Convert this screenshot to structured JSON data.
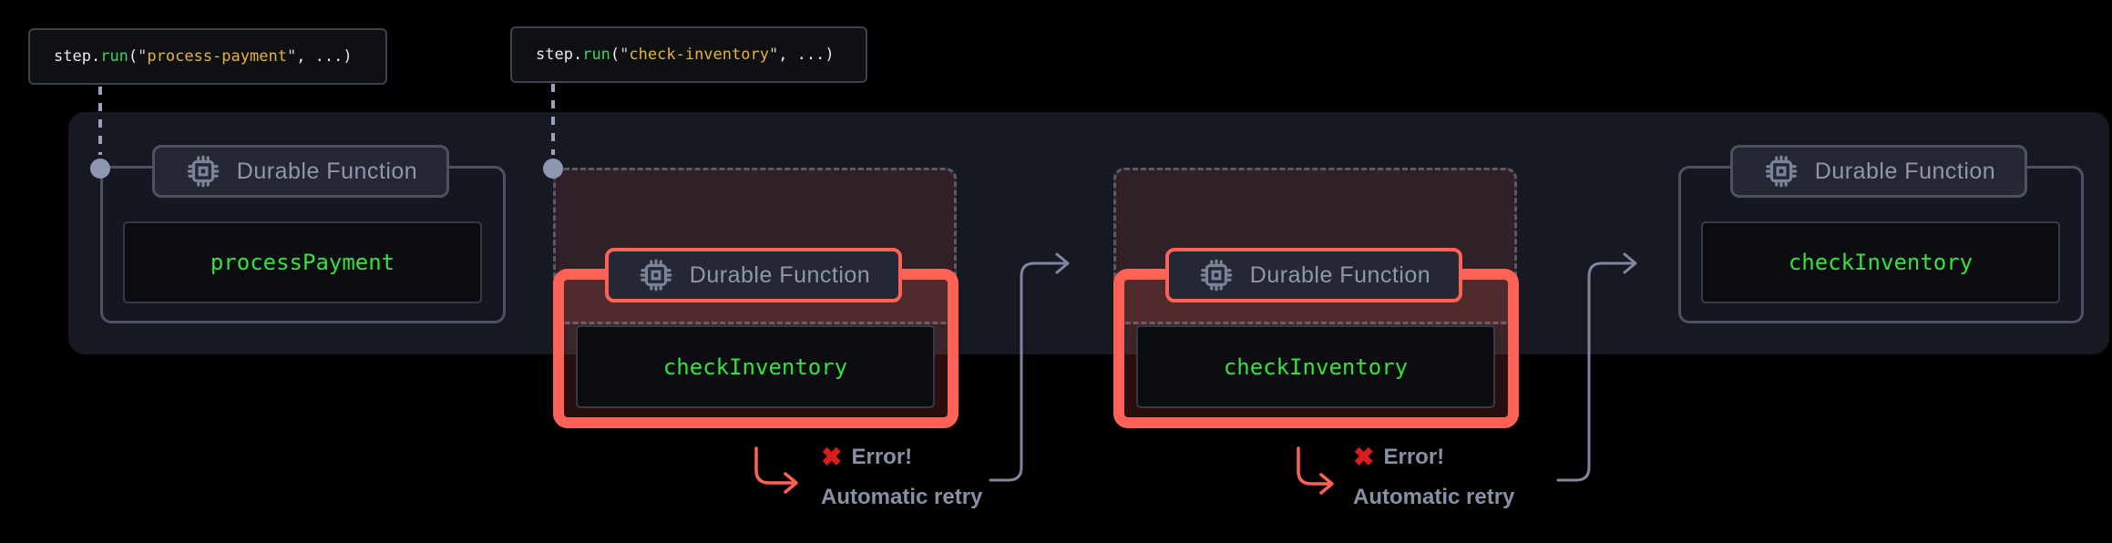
{
  "code_labels": [
    {
      "obj": "step",
      "dot": ".",
      "method": "run",
      "open": "(",
      "q1": "\"",
      "string": "process-payment",
      "q2": "\"",
      "rest": ", ...)"
    },
    {
      "obj": "step",
      "dot": ".",
      "method": "run",
      "open": "(",
      "q1": "\"",
      "string": "check-inventory",
      "q2": "\"",
      "rest": ", ...)"
    }
  ],
  "groups": [
    {
      "badge_label": "Durable Function",
      "function_name": "processPayment",
      "state": "success"
    },
    {
      "badge_label": "Durable Function",
      "function_name": "checkInventory",
      "state": "error"
    },
    {
      "badge_label": "Durable Function",
      "function_name": "checkInventory",
      "state": "error"
    },
    {
      "badge_label": "Durable Function",
      "function_name": "checkInventory",
      "state": "success"
    }
  ],
  "error_annotations": [
    {
      "icon": "✖",
      "label": "Error!",
      "retry_label": "Automatic retry"
    },
    {
      "icon": "✖",
      "label": "Error!",
      "retry_label": "Automatic retry"
    }
  ],
  "colors": {
    "background": "#000000",
    "band_background": "#161922",
    "box_border_gray": "#4b5264",
    "badge_background": "#232834",
    "badge_text": "#9097a9",
    "error_red": "#fe6156",
    "function_name_green": "#37e13b",
    "code_method_green": "#3fd163",
    "code_string_gold": "#e3b341",
    "annotation_gray": "#8791a6",
    "x_mark_red": "#d91c1c",
    "connector_gray": "#8e97b1"
  }
}
